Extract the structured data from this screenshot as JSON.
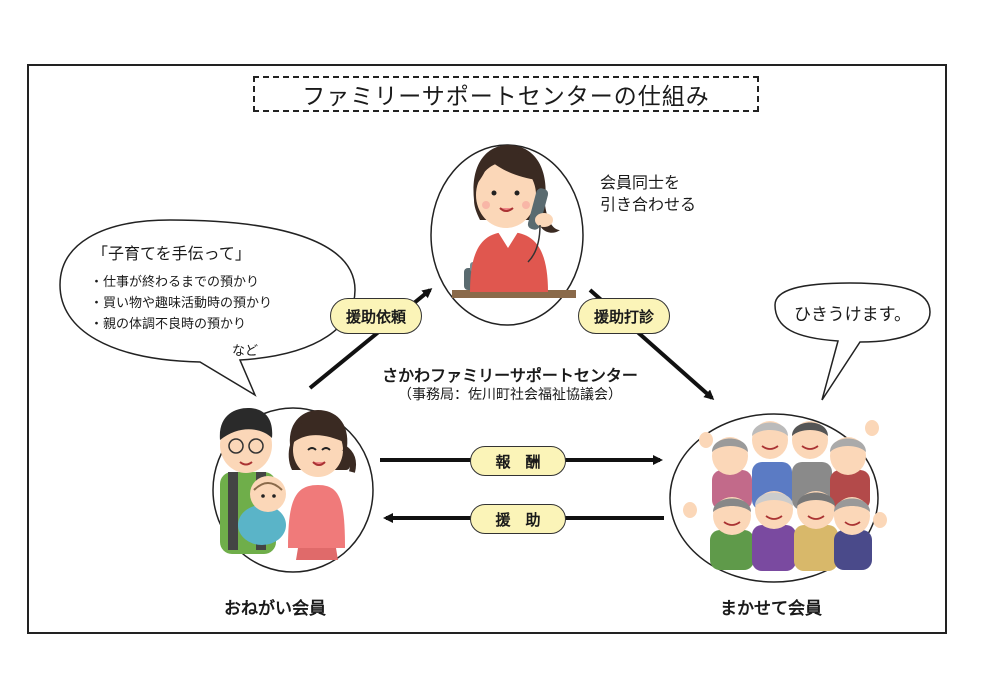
{
  "title": "ファミリーサポートセンターの仕組み",
  "center": {
    "name": "さかわファミリーサポートセンター",
    "office": "（事務局：佐川町社会福祉協議会）",
    "note_line1": "会員同士を",
    "note_line2": "引き合わせる"
  },
  "request_bubble": {
    "heading": "「子育てを手伝って」",
    "items": [
      "・仕事が終わるまでの預かり",
      "・買い物や趣味活動時の預かり",
      "・親の体調不良時の預かり"
    ],
    "etc": "など"
  },
  "accept_bubble": "ひきうけます。",
  "labels": {
    "support_request": "援助依頼",
    "support_inquiry": "援助打診",
    "reward": "報　酬",
    "support": "援　助"
  },
  "members": {
    "requester": "おねがい会員",
    "provider": "まかせて会員"
  },
  "colors": {
    "pill_fill": "#fbf4b8",
    "operator_shirt": "#e0574f",
    "mother_shirt": "#f07a7a",
    "father_shirt": "#6fae4a"
  }
}
